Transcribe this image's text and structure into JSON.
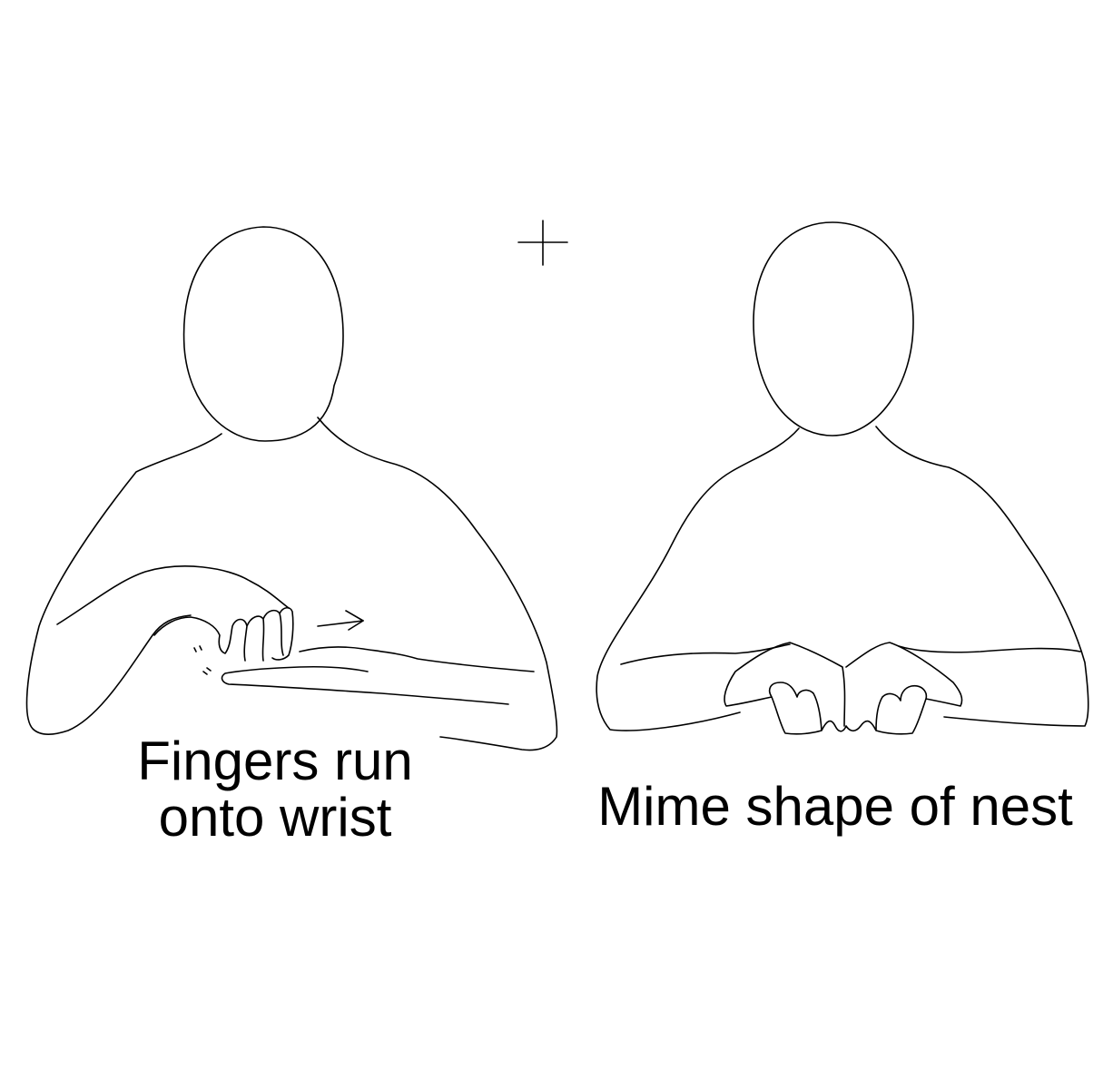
{
  "figures": [
    {
      "caption_lines": [
        "Fingers run",
        "onto wrist"
      ],
      "icon": "arrow-right-icon"
    },
    {
      "caption_lines": [
        "Mime shape of nest"
      ]
    }
  ],
  "registration_mark": "crosshair-icon"
}
